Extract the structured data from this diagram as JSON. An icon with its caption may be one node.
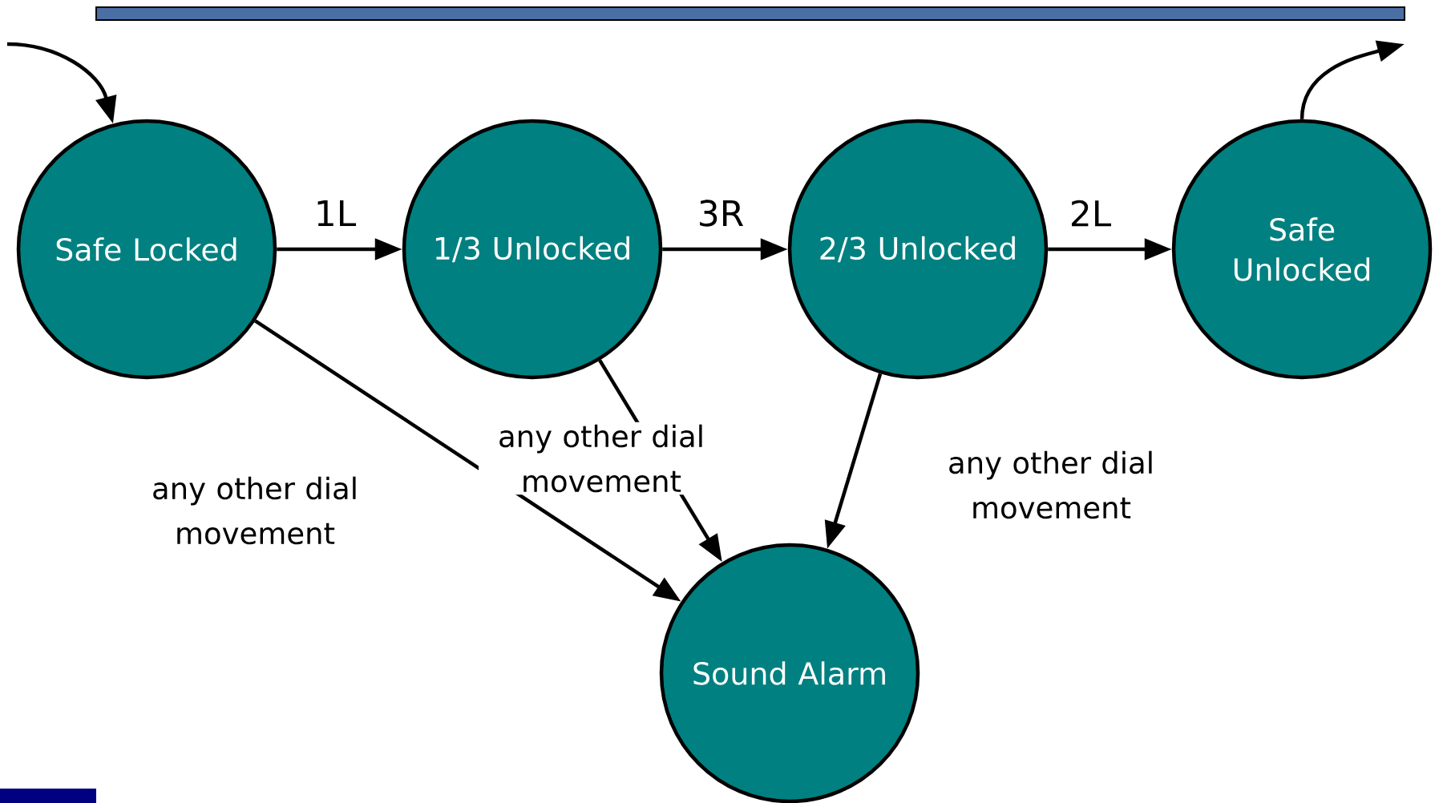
{
  "diagram": {
    "nodes": [
      {
        "text": [
          "Safe Locked"
        ]
      },
      {
        "text": [
          "1/3 Unlocked"
        ]
      },
      {
        "text": [
          "2/3 Unlocked"
        ]
      },
      {
        "text": [
          "Safe Unlocked"
        ]
      },
      {
        "text": [
          "Sound Alarm"
        ]
      }
    ],
    "edges": [
      {
        "from": null,
        "to": 0,
        "arrow": "to"
      },
      {
        "from": 0,
        "to": 1,
        "arrow": "to",
        "label": "1L"
      },
      {
        "from": 1,
        "to": 2,
        "arrow": "to",
        "label": "3R"
      },
      {
        "from": 2,
        "to": 3,
        "arrow": "to",
        "label": "2L"
      },
      {
        "from": 3,
        "to": null,
        "arrow": "to"
      },
      {
        "from": 0,
        "to": 4,
        "arrow": "to",
        "label": "any other dial movement"
      },
      {
        "from": 1,
        "to": 4,
        "arrow": "to",
        "label": "any other dial movement"
      },
      {
        "from": 2,
        "to": 4,
        "arrow": "to",
        "label": "any other dial movement"
      }
    ]
  }
}
